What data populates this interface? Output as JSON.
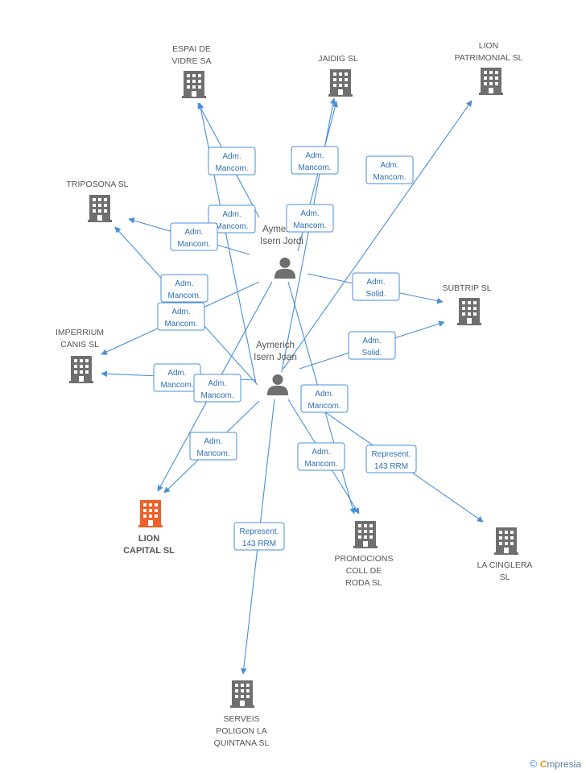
{
  "colors": {
    "edge": "#4a8fd8",
    "building": "#6f6f6f",
    "building_main": "#f0602a",
    "person": "#6f6f6f"
  },
  "persons": [
    {
      "id": "p1",
      "label_lines": [
        "Aymerich",
        "Isern Jordi"
      ]
    },
    {
      "id": "p2",
      "label_lines": [
        "Aymerich",
        "Isern Joan"
      ]
    }
  ],
  "companies": [
    {
      "id": "espai",
      "label_lines": [
        "ESPAI DE",
        "VIDRE SA"
      ],
      "main": false
    },
    {
      "id": "jaidig",
      "label_lines": [
        "JAIDIG SL"
      ],
      "main": false
    },
    {
      "id": "lionpat",
      "label_lines": [
        "LION",
        "PATRIMONIAL SL"
      ],
      "main": false
    },
    {
      "id": "triposona",
      "label_lines": [
        "TRIPOSONA SL"
      ],
      "main": false
    },
    {
      "id": "subtrip",
      "label_lines": [
        "SUBTRIP SL"
      ],
      "main": false
    },
    {
      "id": "imperrium",
      "label_lines": [
        "IMPERRIUM",
        "CANIS SL"
      ],
      "main": false
    },
    {
      "id": "lioncap",
      "label_lines": [
        "LION",
        "CAPITAL SL"
      ],
      "main": true
    },
    {
      "id": "promocions",
      "label_lines": [
        "PROMOCIONS",
        "COLL DE",
        "RODA SL"
      ],
      "main": false
    },
    {
      "id": "cinglera",
      "label_lines": [
        "LA CINGLERA",
        "SL"
      ],
      "main": false
    },
    {
      "id": "serveis",
      "label_lines": [
        "SERVEIS",
        "POLIGON LA",
        "QUINTANA  SL"
      ],
      "main": false
    }
  ],
  "edges": [
    {
      "from": "p1",
      "to": "espai",
      "label_lines": [
        "Adm.",
        "Mancom."
      ]
    },
    {
      "from": "p2",
      "to": "espai",
      "label_lines": [
        "Adm.",
        "Mancom."
      ]
    },
    {
      "from": "p1",
      "to": "jaidig",
      "label_lines": [
        "Adm.",
        "Mancom."
      ]
    },
    {
      "from": "p2",
      "to": "jaidig",
      "label_lines": [
        "Adm.",
        "Mancom."
      ]
    },
    {
      "from": "p2",
      "to": "lionpat",
      "label_lines": [
        "Adm.",
        "Mancom."
      ]
    },
    {
      "from": "p1",
      "to": "triposona",
      "label_lines": [
        "Adm.",
        "Mancom."
      ]
    },
    {
      "from": "p2",
      "to": "triposona",
      "label_lines": [
        "Adm.",
        "Mancom."
      ]
    },
    {
      "from": "p1",
      "to": "subtrip",
      "label_lines": [
        "Adm.",
        "Solid."
      ]
    },
    {
      "from": "p2",
      "to": "subtrip",
      "label_lines": [
        "Adm.",
        "Solid."
      ]
    },
    {
      "from": "p1",
      "to": "imperrium",
      "label_lines": [
        "Adm.",
        "Mancom."
      ]
    },
    {
      "from": "p2",
      "to": "imperrium",
      "label_lines": [
        "Adm.",
        "Mancom."
      ]
    },
    {
      "from": "p1",
      "to": "lioncap",
      "label_lines": [
        "Adm.",
        "Mancom."
      ]
    },
    {
      "from": "p2",
      "to": "lioncap",
      "label_lines": [
        "Adm.",
        "Mancom."
      ]
    },
    {
      "from": "p1",
      "to": "promocions",
      "label_lines": [
        "Adm.",
        "Mancom."
      ]
    },
    {
      "from": "p2",
      "to": "promocions",
      "label_lines": [
        "Adm.",
        "Mancom."
      ]
    },
    {
      "from": "p2",
      "to": "cinglera",
      "label_lines": [
        "Represent.",
        "143 RRM"
      ]
    },
    {
      "from": "p2",
      "to": "serveis",
      "label_lines": [
        "Represent.",
        "143 RRM"
      ]
    }
  ],
  "brand": {
    "copyright_symbol": "©",
    "initial": "C",
    "name": "mpresia"
  }
}
